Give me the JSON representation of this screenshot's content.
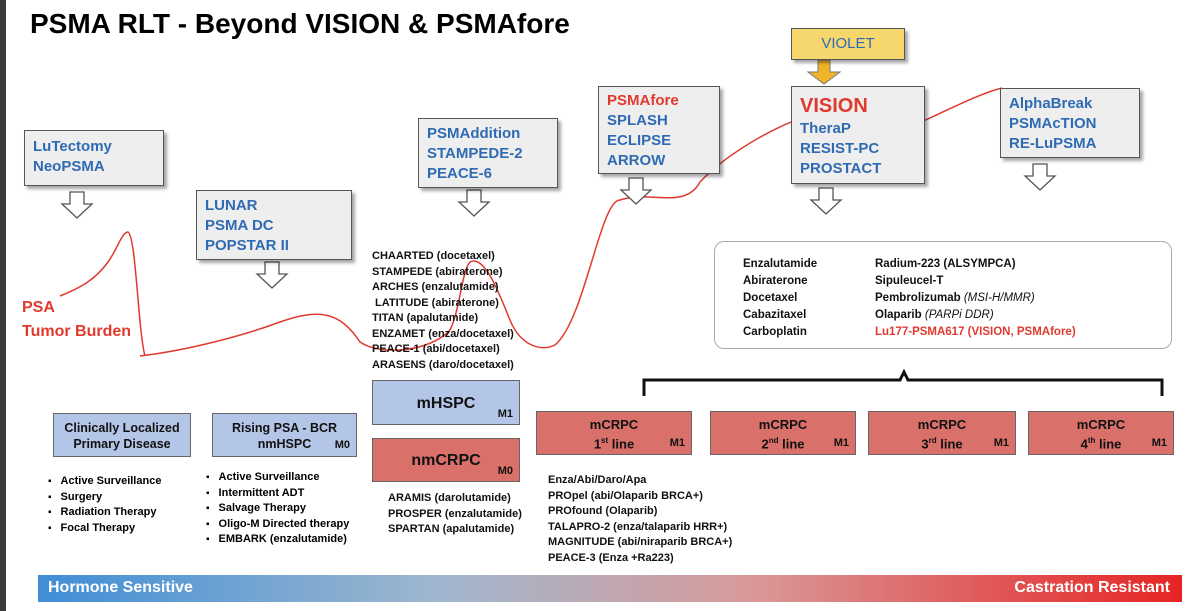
{
  "title": "PSMA RLT - Beyond VISION & PSMAfore",
  "violet": "VIOLET",
  "trials": {
    "lutectomy": [
      "LuTectomy",
      "NeoPSMA"
    ],
    "lunar": [
      "LUNAR",
      "PSMA DC",
      "POPSTAR II"
    ],
    "psmaddition": [
      "PSMAddition",
      "STAMPEDE-2",
      "PEACE-6"
    ],
    "psmafore": [
      "PSMAfore",
      "SPLASH",
      "ECLIPSE",
      "ARROW"
    ],
    "vision": [
      "VISION",
      "TheraP",
      "RESIST-PC",
      "PROSTACT"
    ],
    "alphabreak": [
      "AlphaBreak",
      "PSMAcTION",
      "RE-LuPSMA"
    ]
  },
  "psa_label": [
    "PSA",
    "Tumor Burden"
  ],
  "hspc_trials": [
    "CHAARTED (docetaxel)",
    "STAMPEDE (abiraterone)",
    "ARCHES (enzalutamide)",
    " LATITUDE (abiraterone)",
    "TITAN (apalutamide)",
    "ENZAMET (enza/docetaxel)",
    "PEACE-1 (abi/docetaxel)",
    "ARASENS (daro/docetaxel)"
  ],
  "treatments": {
    "left": [
      "Enzalutamide",
      "Abiraterone",
      "Docetaxel",
      "Cabazitaxel",
      "Carboplatin"
    ],
    "right1": "Radium-223 (ALSYMPCA)",
    "right2": "Sipuleucel-T",
    "right3": "Pembrolizumab",
    "right3_note": "(MSI-H/MMR)",
    "right4": "Olaparib",
    "right4_note": "(PARPi DDR)",
    "right5": "Lu177-PSMA617 (VISION, PSMAfore)"
  },
  "stages": {
    "localized": [
      "Clinically Localized",
      "Primary Disease"
    ],
    "rising": [
      "Rising PSA - BCR",
      "nmHSPC"
    ],
    "rising_m": "M0",
    "mhspc": "mHSPC",
    "mhspc_m": "M1",
    "nmcrpc": "nmCRPC",
    "nmcrpc_m": "M0",
    "mcrpc": [
      {
        "name": "mCRPC",
        "line": "1",
        "sup": "st",
        "suffix": " line",
        "m": "M1"
      },
      {
        "name": "mCRPC",
        "line": "2",
        "sup": "nd",
        "suffix": " line",
        "m": "M1"
      },
      {
        "name": "mCRPC",
        "line": "3",
        "sup": "rd",
        "suffix": " line",
        "m": "M1"
      },
      {
        "name": "mCRPC",
        "line": "4",
        "sup": "th",
        "suffix": " line",
        "m": "M1"
      }
    ]
  },
  "localized_list": [
    "Active Surveillance",
    "Surgery",
    "Radiation Therapy",
    "Focal Therapy"
  ],
  "rising_list": [
    "Active Surveillance",
    "Intermittent ADT",
    "Salvage Therapy",
    "Oligo-M Directed therapy",
    "EMBARK (enzalutamide)"
  ],
  "nmcrpc_list": [
    "ARAMIS (darolutamide)",
    "PROSPER (enzalutamide)",
    "SPARTAN (apalutamide)"
  ],
  "mcrpc_list": [
    "Enza/Abi/Daro/Apa",
    "PROpel (abi/Olaparib BRCA+)",
    "PROfound (Olaparib)",
    "TALAPRO-2 (enza/talaparib HRR+)",
    "MAGNITUDE (abi/niraparib BRCA+)",
    "PEACE-3 (Enza +Ra223)"
  ],
  "bar": {
    "left": "Hormone Sensitive",
    "right": "Castration Resistant"
  },
  "colors": {
    "trial_blue": "#2f6bb3",
    "accent_red": "#e03a2f",
    "stage_blue": "#b4c6e7",
    "stage_red": "#d9706a",
    "violet_yellow": "#f5d76e"
  }
}
